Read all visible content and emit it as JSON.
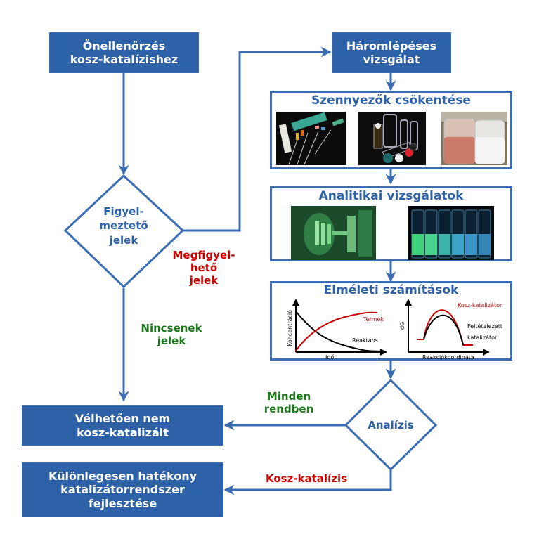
{
  "start_box": {
    "line1": "Önellenőrzés",
    "line2": "kosz-katalízishez"
  },
  "three_step_box": {
    "line1": "Háromlépéses",
    "line2": "vizsgálat"
  },
  "decision_warning": {
    "line1": "Figyel-",
    "line2": "meztető",
    "line3": "jelek"
  },
  "edge_observable": {
    "line1": "Megfigyel-",
    "line2": "hető",
    "line3": "jelek"
  },
  "edge_none": {
    "line1": "Nincsenek",
    "line2": "jelek"
  },
  "section_contaminants": {
    "title": "Szennyezők csökentése",
    "photos": [
      "syringes-and-needles-photo",
      "glass-vials-and-caps-photo",
      "powder-jars-photo"
    ]
  },
  "section_analytics": {
    "title": "Analitikai vizsgálatok",
    "photos": [
      "green-lit-instrument-photo",
      "fluorescent-vials-photo"
    ]
  },
  "section_theory": {
    "title": "Elméleti számítások",
    "chart_left": {
      "ylabel": "Koncentráció",
      "xlabel": "Idő",
      "series": [
        {
          "name": "Termék",
          "color": "#cc0000"
        },
        {
          "name": "Reaktáns",
          "color": "#000000"
        }
      ]
    },
    "chart_right": {
      "ylabel": "dG",
      "xlabel": "Reakciókoordináta",
      "series": [
        {
          "name": "Kosz-katalizátor",
          "color": "#cc0000"
        },
        {
          "name": "Feltételezett",
          "name_line2": "katalizátor",
          "color": "#000000"
        }
      ]
    }
  },
  "decision_analysis": {
    "label": "Analízis"
  },
  "edge_all_ok": {
    "line1": "Minden",
    "line2": "rendben"
  },
  "edge_dirt_catalysis": {
    "label": "Kosz-katalízis"
  },
  "result_not_dirty": {
    "line1": "Vélhetően nem",
    "line2": "kosz-katalizált"
  },
  "result_develop": {
    "line1": "Különlegesen hatékony",
    "line2": "katalizátorrendszer",
    "line3": "fejlesztése"
  },
  "colors": {
    "primary": "#2e62a8",
    "negative": "#cc0000",
    "positive": "#1a7a1a"
  }
}
